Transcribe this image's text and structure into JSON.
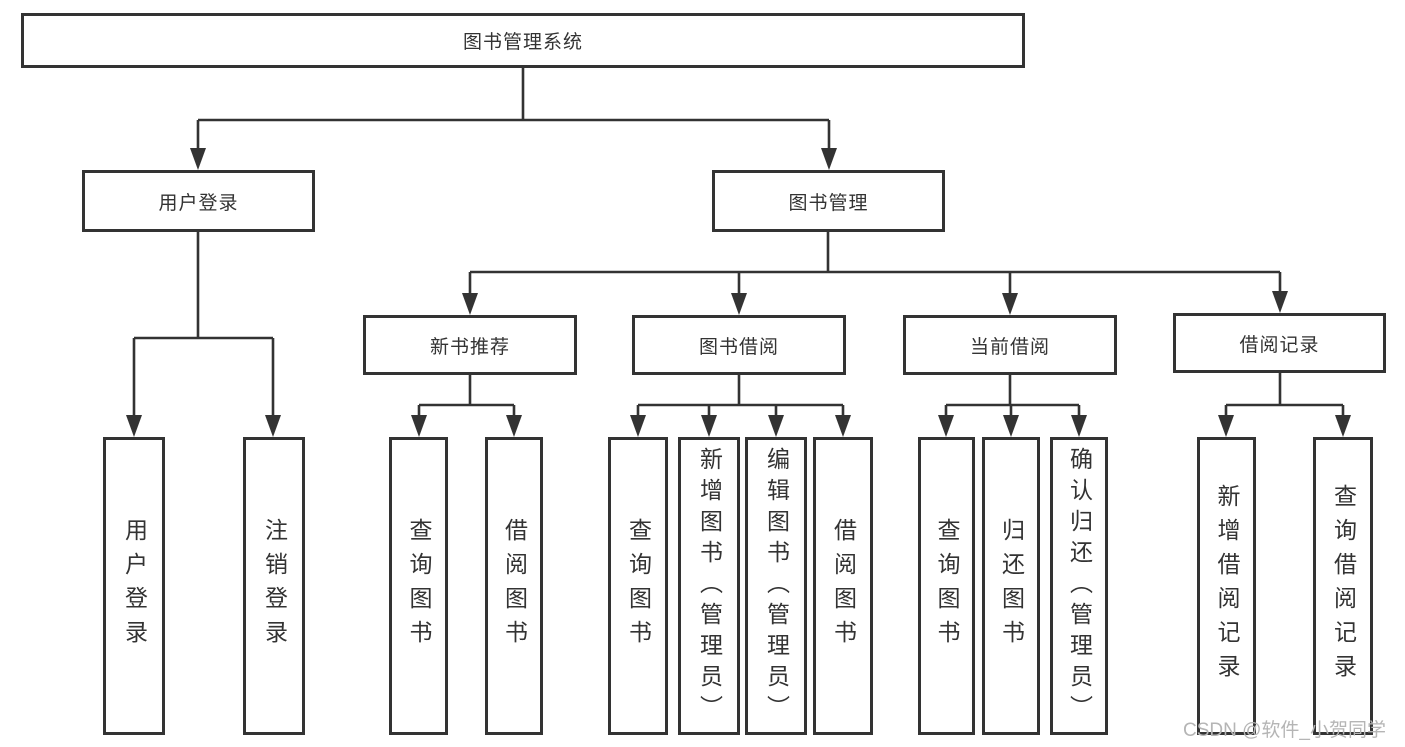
{
  "diagram": {
    "root": {
      "label": "图书管理系统"
    },
    "level2": [
      {
        "label": "用户登录"
      },
      {
        "label": "图书管理"
      }
    ],
    "level3": [
      {
        "label": "新书推荐"
      },
      {
        "label": "图书借阅"
      },
      {
        "label": "当前借阅"
      },
      {
        "label": "借阅记录"
      }
    ],
    "leaves": {
      "login": [
        "用户登录",
        "注销登录"
      ],
      "recommend": [
        "查询图书",
        "借阅图书"
      ],
      "borrow": [
        "查询图书",
        "新增图书（管理员）",
        "编辑图书（管理员）",
        "借阅图书"
      ],
      "current": [
        "查询图书",
        "归还图书",
        "确认归还（管理员）"
      ],
      "records": [
        "新增借阅记录",
        "查询借阅记录"
      ]
    }
  },
  "watermark": {
    "text": "CSDN @软件_小贺同学"
  },
  "colors": {
    "line": "#333333",
    "box_border": "#333333",
    "background": "#ffffff",
    "watermark": "#b5b5b5"
  }
}
